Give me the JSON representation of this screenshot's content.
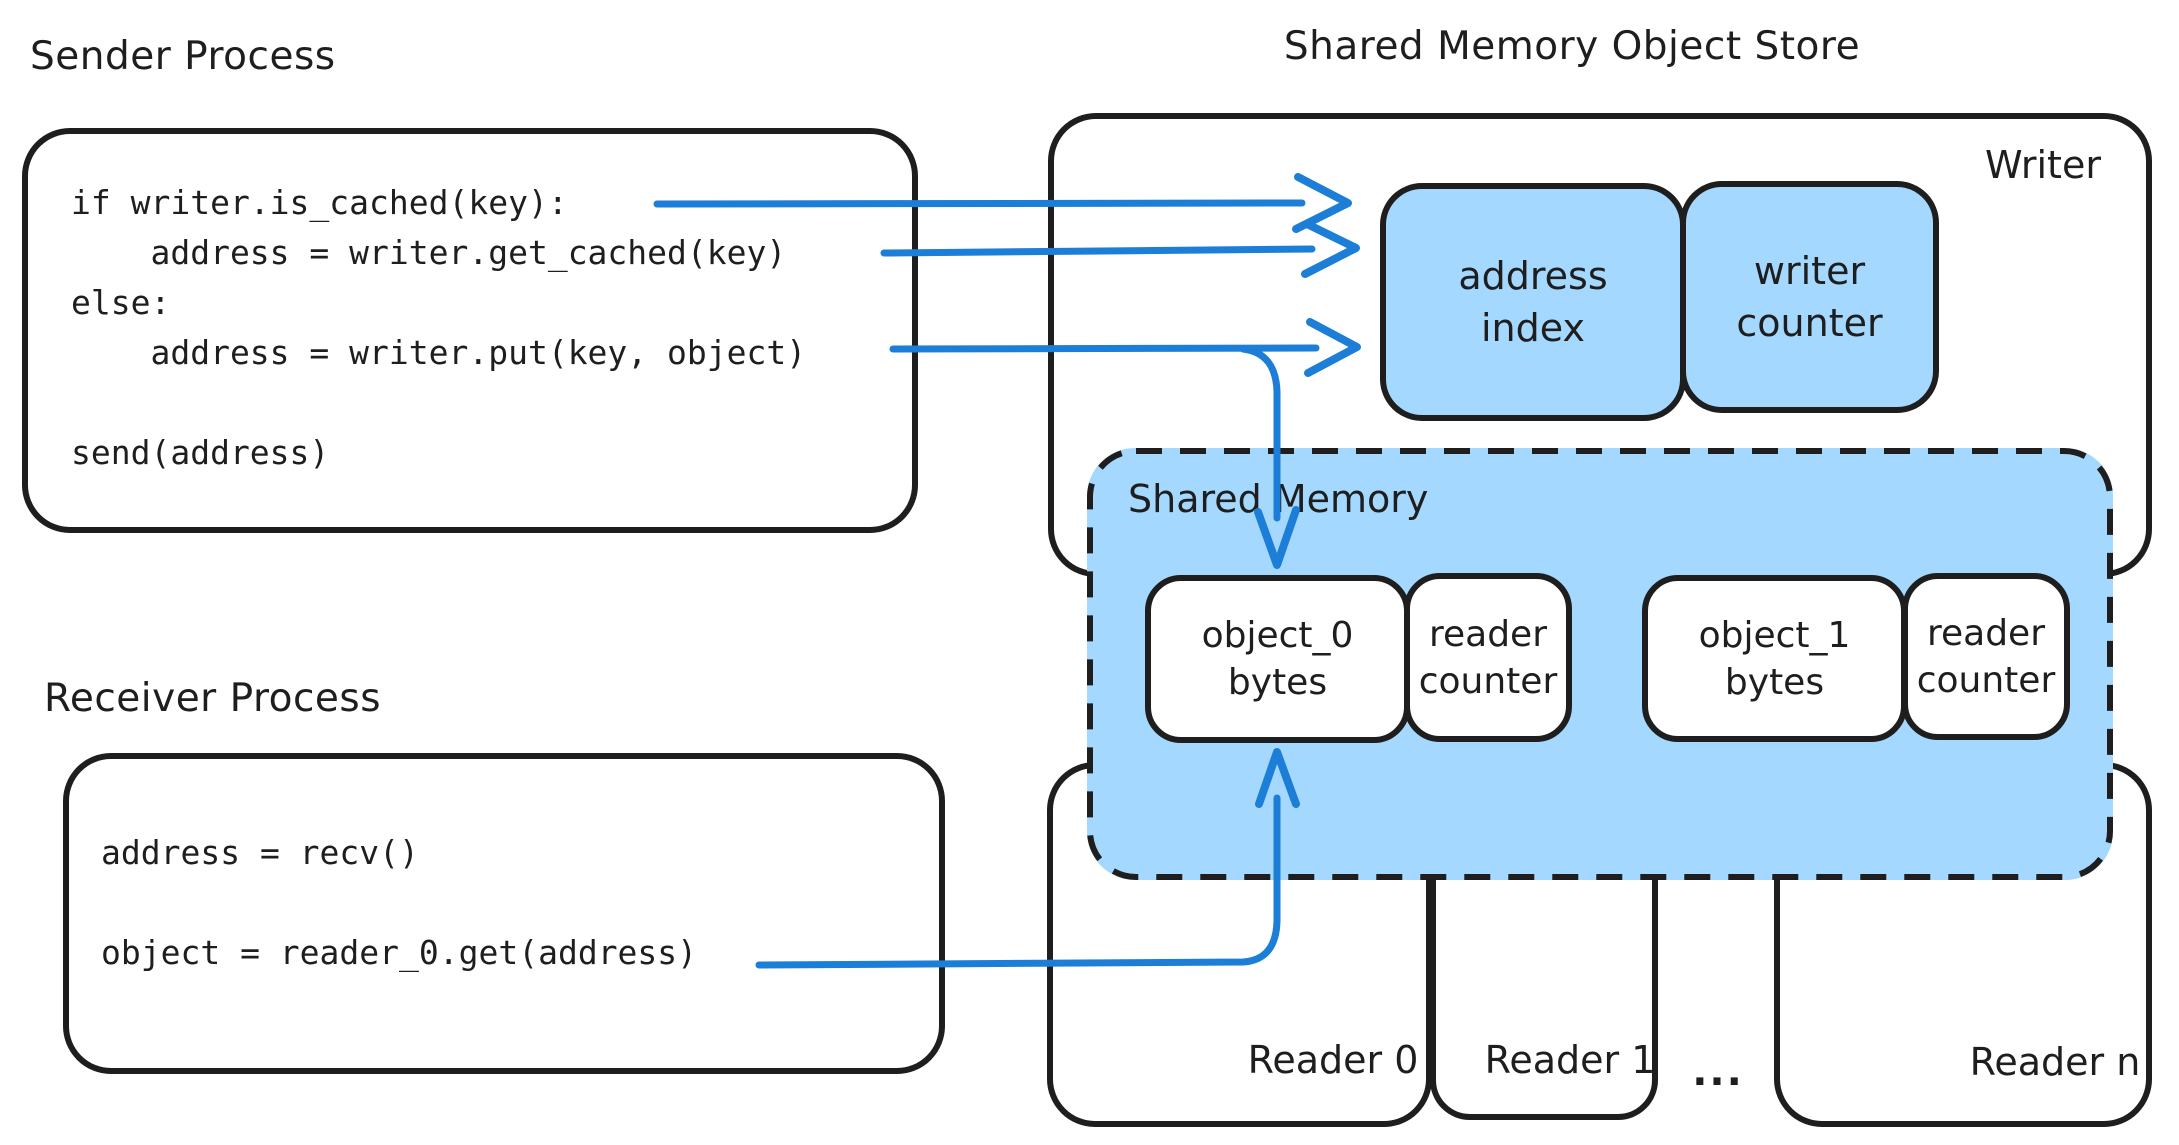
{
  "titles": {
    "sender": "Sender Process",
    "receiver": "Receiver Process",
    "store": "Shared Memory Object Store"
  },
  "sender": {
    "code": [
      "if writer.is_cached(key):",
      "    address = writer.get_cached(key)",
      "else:",
      "    address = writer.put(key, object)",
      "",
      "send(address)"
    ]
  },
  "receiver": {
    "code": [
      "address = recv()",
      "",
      "object = reader_0.get(address)"
    ]
  },
  "writer": {
    "label": "Writer",
    "address_index": [
      "address",
      "index"
    ],
    "writer_counter": [
      "writer",
      "counter"
    ]
  },
  "shared_memory": {
    "label": "Shared Memory",
    "cells": [
      {
        "name": [
          "object_0",
          "bytes"
        ]
      },
      {
        "name": [
          "reader",
          "counter"
        ]
      },
      {
        "name": [
          "object_1",
          "bytes"
        ]
      },
      {
        "name": [
          "reader",
          "counter"
        ]
      }
    ]
  },
  "readers": {
    "reader0": "Reader 0",
    "reader1": "Reader 1",
    "ellipsis": "...",
    "readern": "Reader n"
  },
  "colors": {
    "stroke": "#1e1e1e",
    "fill_blue": "#a5d8ff",
    "arrow_blue": "#1c7ed6"
  }
}
